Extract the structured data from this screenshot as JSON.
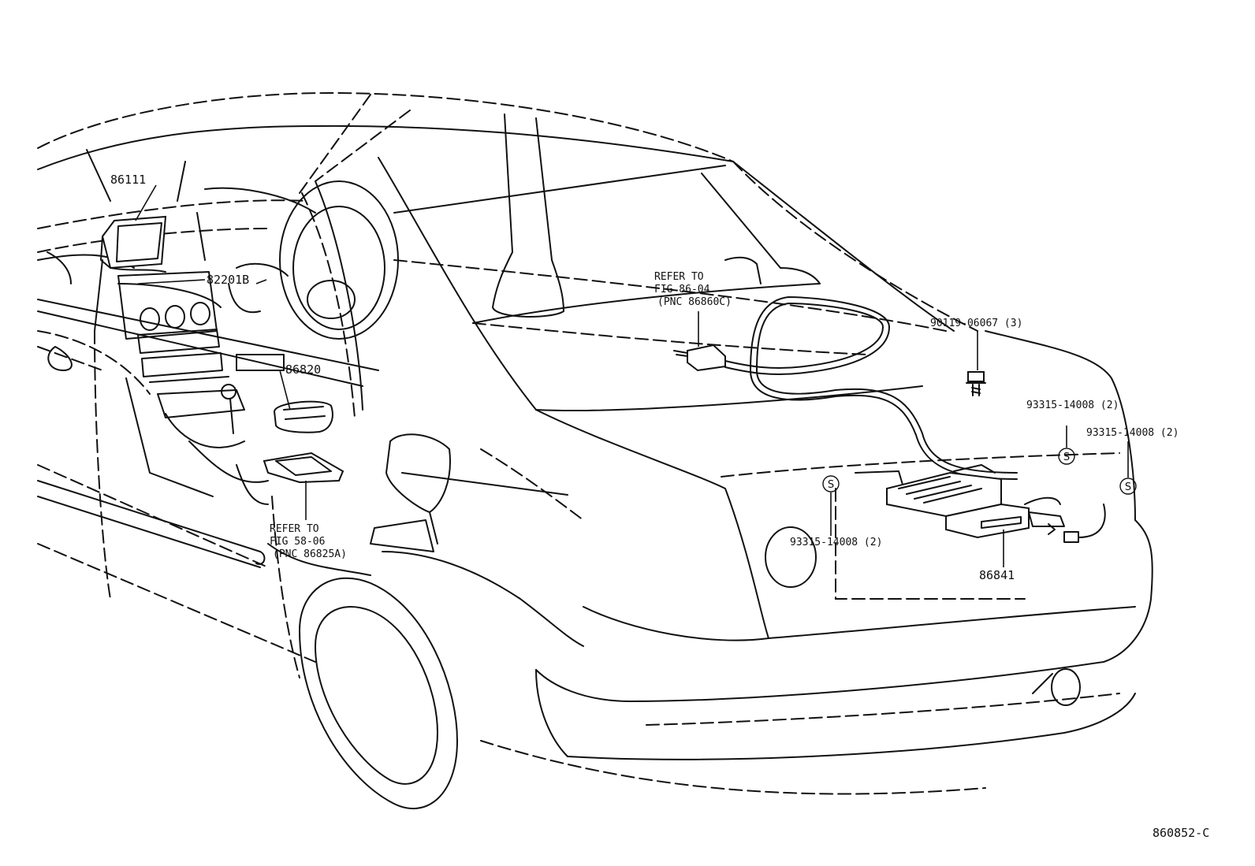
{
  "labels": {
    "p86111": "86111",
    "p82201b": "82201B",
    "p86820": "86820",
    "p86841": "86841",
    "bolt": "90119-06067 (3)",
    "screw_upper": "93315-14008 (2)",
    "screw_right": "93315-14008 (2)",
    "screw_lower": "93315-14008 (2)",
    "ref_rear": [
      "REFER TO",
      "FIG 86-04",
      "(PNC 86860C)"
    ],
    "ref_front": [
      "REFER TO",
      "FIG 58-06",
      "(PNC 86825A)"
    ],
    "screw_symbol": "S",
    "figure_code": "860852-C"
  }
}
